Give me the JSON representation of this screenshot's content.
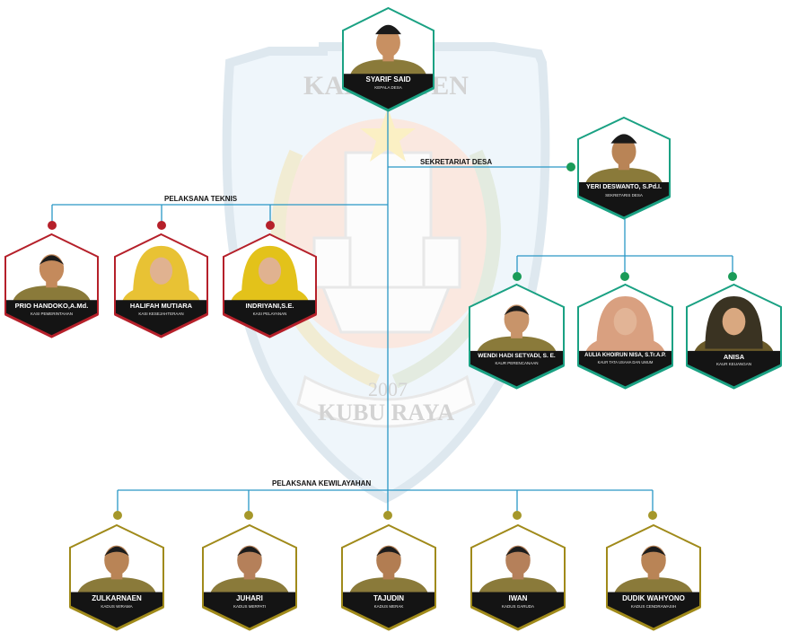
{
  "watermark": {
    "region_text": "KABUPATEN",
    "year": "2007",
    "ribbon_text": "KUBU RAYA"
  },
  "sections": {
    "sekretariat": "SEKRETARIAT DESA",
    "teknis": "PELAKSANA TEKNIS",
    "kewilayahan": "PELAKSANA KEWILAYAHAN"
  },
  "colors": {
    "line": "#2a97c5",
    "teal": "#1aa183",
    "red": "#b5202a",
    "gold": "#a08a1a",
    "green_dot": "#1a9b58",
    "olive_dot": "#a5972a"
  },
  "people": {
    "kepala": {
      "name": "SYARIF SAID",
      "role": "KEPALA DESA"
    },
    "sekdes": {
      "name": "YERI DESWANTO, S.Pd.I.",
      "role": "SEKRETARIS DESA"
    },
    "kasi_pemerintahan": {
      "name": "PRIO HANDOKO,A.Md.",
      "role": "KASI PEMERINTAHAN"
    },
    "kasi_kesejahteraan": {
      "name": "HALIFAH MUTIARA",
      "role": "KASI KESEJAHTERAAN"
    },
    "kasi_pelayanan": {
      "name": "INDRIYANI,S.E.",
      "role": "KASI PELAYANAN"
    },
    "kaur_perencanaan": {
      "name": "WENDI HADI SETYADI, S. E.",
      "role": "KAUR PERENCANAAN"
    },
    "kaur_tu": {
      "name": "AULIA KHOIRUN NISA, S.Tr.A.P.",
      "role": "KAUR TATA USAHA DAN UMUM"
    },
    "kaur_keuangan": {
      "name": "ANISA",
      "role": "KAUR KEUANGAN"
    },
    "kadus_1": {
      "name": "ZULKARNAEN",
      "role": "KADUS WIRAMA"
    },
    "kadus_2": {
      "name": "JUHARI",
      "role": "KADUS MERPATI"
    },
    "kadus_3": {
      "name": "TAJUDIN",
      "role": "KADUS MERAK"
    },
    "kadus_4": {
      "name": "IWAN",
      "role": "KADUS GARUDA"
    },
    "kadus_5": {
      "name": "DUDIK WAHYONO",
      "role": "KADUS CENDRAWASIH"
    }
  }
}
